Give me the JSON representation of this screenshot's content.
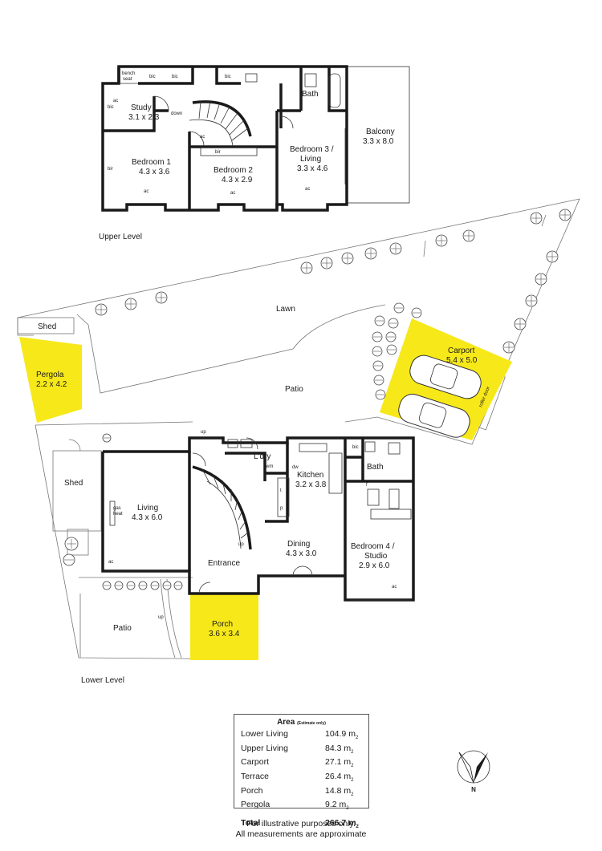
{
  "levels": {
    "upper": "Upper Level",
    "lower": "Lower Level"
  },
  "upper_rooms": {
    "study": {
      "name": "Study",
      "dim": "3.1 x 2.3"
    },
    "bedroom1": {
      "name": "Bedroom 1",
      "dim": "4.3 x 3.6"
    },
    "bedroom2": {
      "name": "Bedroom 2",
      "dim": "4.3 x 2.9"
    },
    "bedroom3": {
      "name1": "Bedroom 3 /",
      "name2": "Living",
      "dim": "3.3 x 4.6"
    },
    "bath": {
      "name": "Bath"
    },
    "balcony": {
      "name": "Balcony",
      "dim": "3.3 x 8.0"
    }
  },
  "upper_tags": {
    "bench1": "bench",
    "bench2": "seat",
    "bic": "bic",
    "bir": "bir",
    "down": "down",
    "ac": "ac"
  },
  "site": {
    "lawn": "Lawn",
    "patio_top": "Patio",
    "patio_bottom": "Patio",
    "shed_top": "Shed",
    "shed_left": "Shed",
    "roller_door": "roller door"
  },
  "pergola": {
    "name": "Pergola",
    "dim": "2.2 x 4.2"
  },
  "carport": {
    "name": "Carport",
    "dim": "5.4 x 5.0"
  },
  "lower_rooms": {
    "living": {
      "name": "Living",
      "dim": "4.3 x 6.0"
    },
    "entrance": {
      "name": "Entrance"
    },
    "laundry": {
      "name": "L'dry"
    },
    "kitchen": {
      "name": "Kitchen",
      "dim": "3.2 x 3.8"
    },
    "dining": {
      "name": "Dining",
      "dim": "4.3 x 3.0"
    },
    "bath": {
      "name": "Bath"
    },
    "bedroom4": {
      "name1": "Bedroom 4 /",
      "name2": "Studio",
      "dim": "2.9 x 6.0"
    },
    "porch": {
      "name": "Porch",
      "dim": "3.6 x 3.4"
    }
  },
  "lower_tags": {
    "up": "up",
    "wm": "wm",
    "dw": "dw",
    "gas1": "gas",
    "gas2": "heat",
    "f": "f",
    "t": "t",
    "p": "p",
    "bic": "bic",
    "ac": "ac"
  },
  "area": {
    "title": "Area",
    "subtitle": "(Estimate only)",
    "unit": "m",
    "rows": [
      {
        "label": "Lower Living",
        "value": "104.9"
      },
      {
        "label": "Upper Living",
        "value": "84.3"
      },
      {
        "label": "Carport",
        "value": "27.1"
      },
      {
        "label": "Terrace",
        "value": "26.4"
      },
      {
        "label": "Porch",
        "value": "14.8"
      },
      {
        "label": "Pergola",
        "value": "9.2"
      }
    ],
    "total_label": "Total",
    "total_value": "266.7"
  },
  "disclaimer": {
    "line1": "For illustrative purposes only.",
    "line2": "All measurements are approximate"
  },
  "compass": {
    "letter": "N"
  },
  "colors": {
    "highlight": "#f7e81a",
    "wall": "#1a1a1a"
  }
}
